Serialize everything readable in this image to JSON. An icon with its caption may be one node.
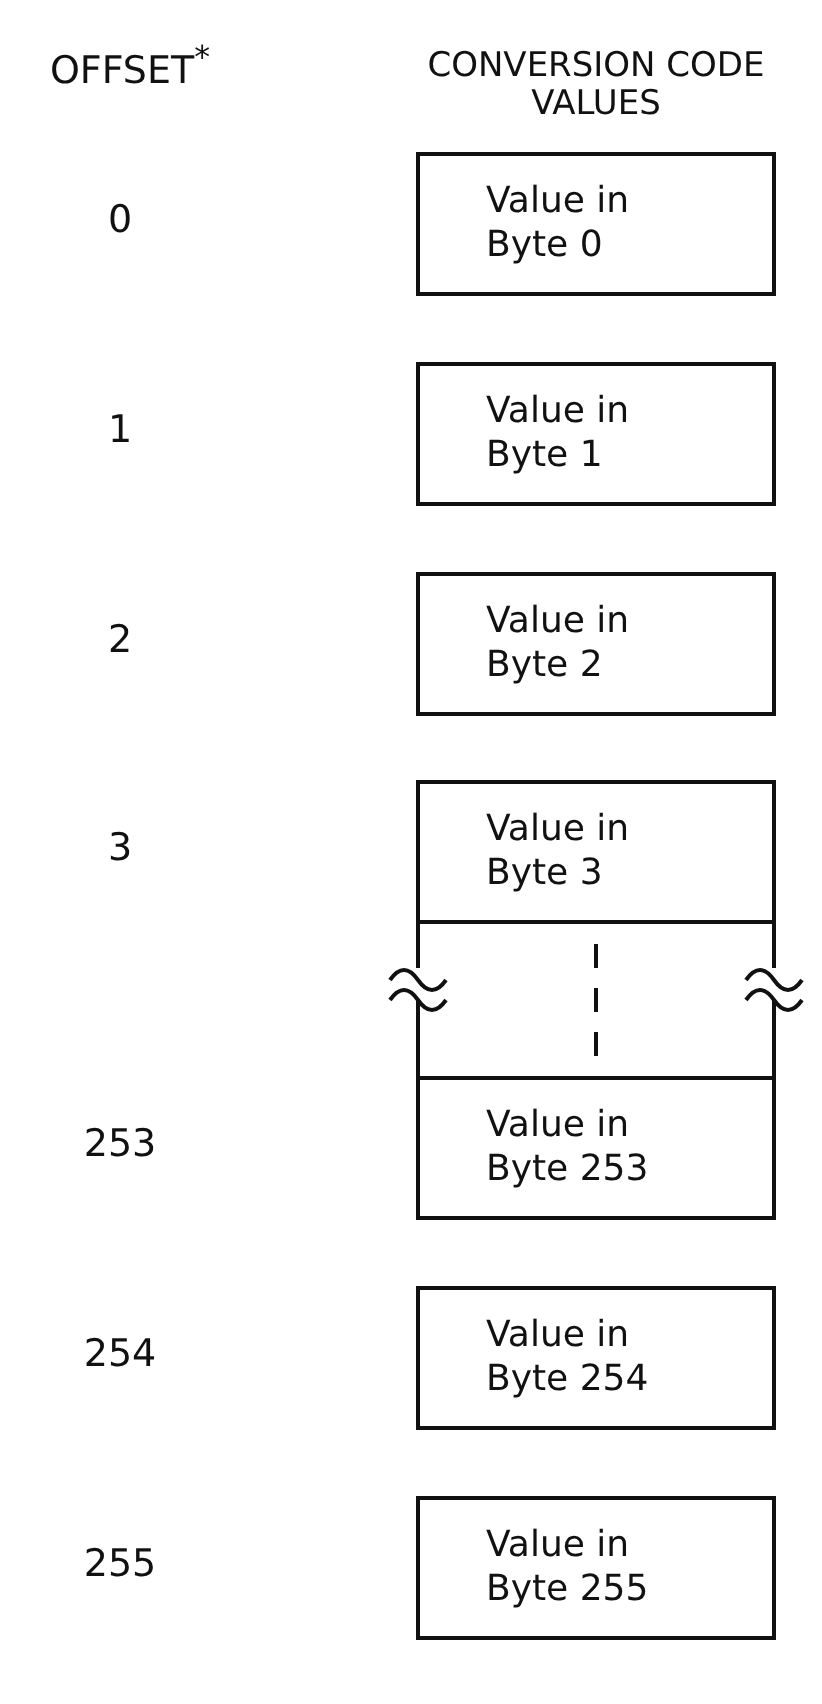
{
  "diagram": {
    "nodes": [
      {
        "text": [
          "Value in Byte 0"
        ]
      },
      {
        "text": [
          "Value in Byte 1"
        ]
      },
      {
        "text": [
          "Value in Byte 2"
        ]
      },
      {
        "text": [
          "Value in Byte 3"
        ]
      },
      {
        "text": [
          "Value in Byte 253"
        ]
      },
      {
        "text": [
          "Value in Byte 254"
        ]
      },
      {
        "text": [
          "Value in Byte 255"
        ]
      }
    ],
    "edges": [
      {
        "from": 3,
        "to": 4,
        "arrow": "none",
        "style": "dashed"
      }
    ],
    "labels": [
      "OFFSET$^{*}$",
      "CONVERSION CODE VALUES",
      "0",
      "1",
      "2",
      "3",
      "253",
      "254",
      "255"
    ]
  }
}
